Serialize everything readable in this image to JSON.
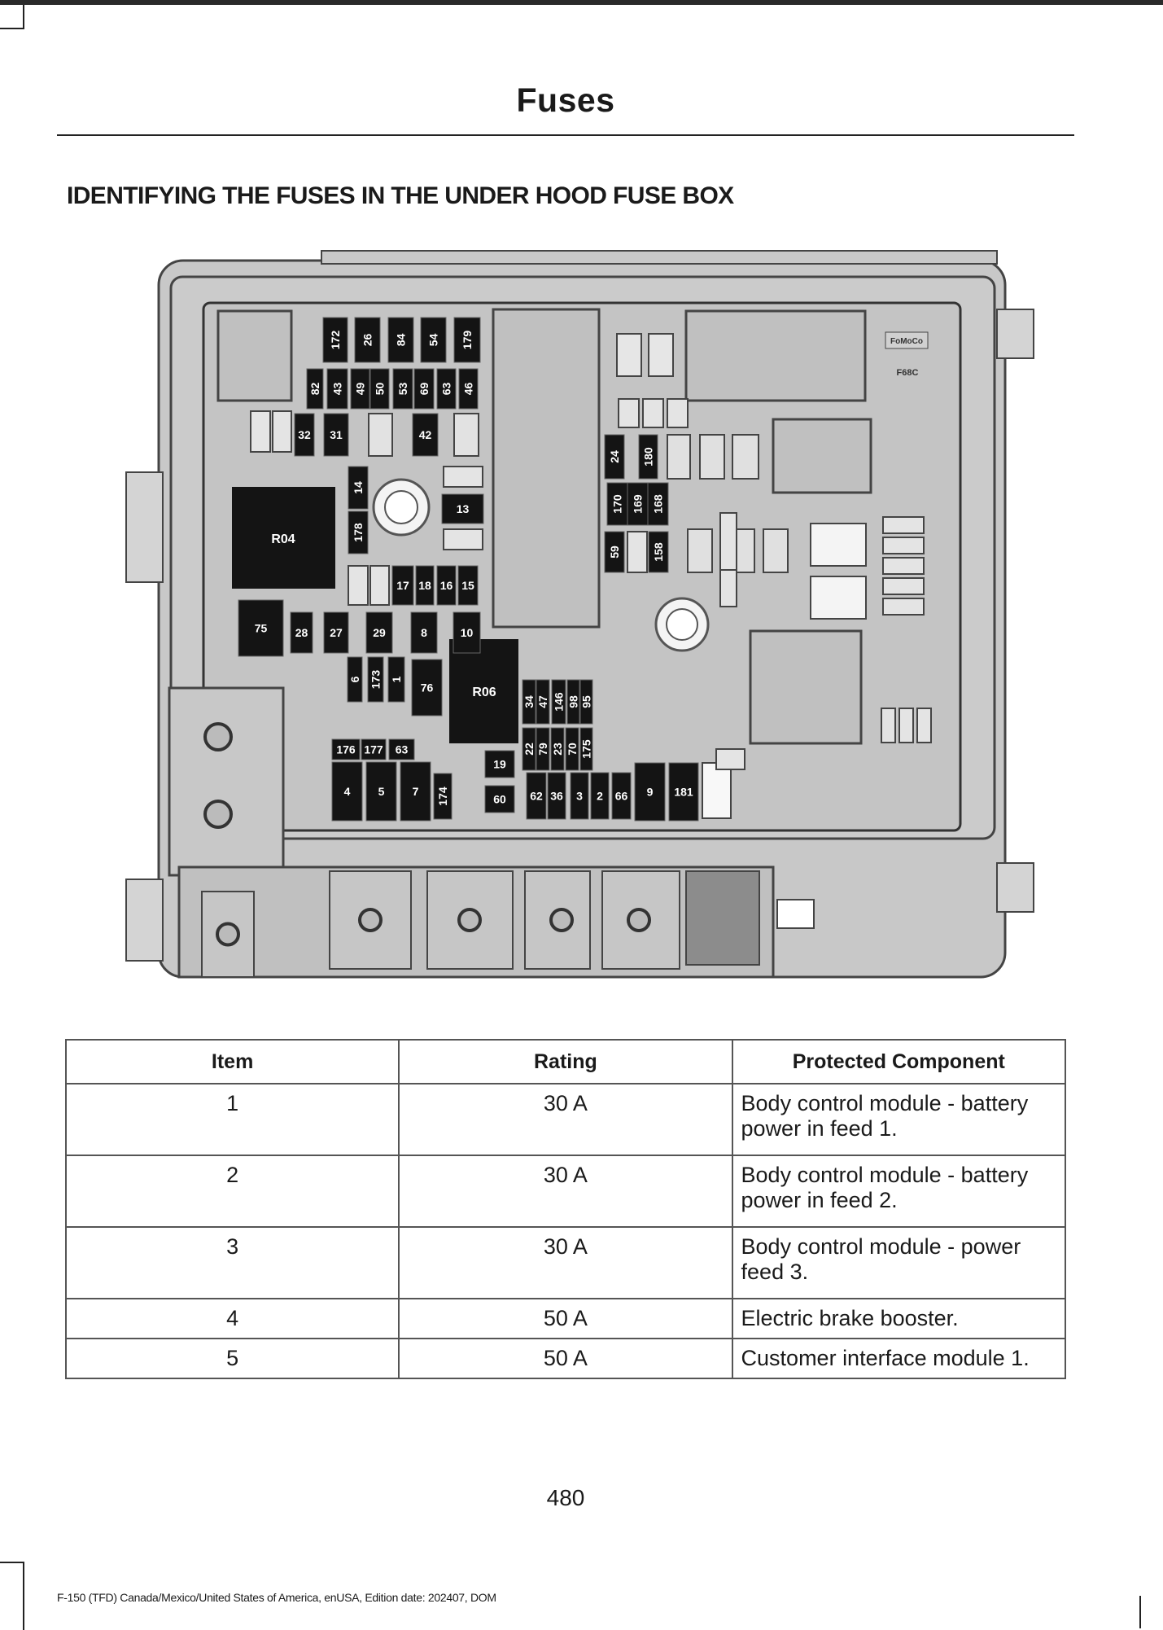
{
  "page": {
    "title": "Fuses",
    "section_heading": "IDENTIFYING THE FUSES IN THE UNDER HOOD FUSE BOX",
    "page_number": "480",
    "footer": "F-150 (TFD) Canada/Mexico/United States of America, enUSA, Edition date: 202407, DOM"
  },
  "diagram": {
    "relays": [
      "R04",
      "R06"
    ],
    "logo_text": "FoMoCo",
    "part_code": "F68C",
    "fuses": [
      "172",
      "26",
      "84",
      "54",
      "179",
      "82",
      "43",
      "49",
      "50",
      "53",
      "69",
      "63",
      "46",
      "32",
      "31",
      "42",
      "14",
      "178",
      "13",
      "17",
      "18",
      "16",
      "15",
      "75",
      "28",
      "27",
      "29",
      "8",
      "10",
      "6",
      "173",
      "1",
      "76",
      "34",
      "47",
      "146",
      "98",
      "95",
      "22",
      "79",
      "23",
      "70",
      "175",
      "176",
      "177",
      "63",
      "4",
      "5",
      "7",
      "174",
      "19",
      "60",
      "62",
      "36",
      "3",
      "2",
      "66",
      "9",
      "181",
      "24",
      "180",
      "170",
      "169",
      "168",
      "59",
      "158"
    ]
  },
  "table": {
    "headers": [
      "Item",
      "Rating",
      "Protected Component"
    ],
    "rows": [
      {
        "item": "1",
        "rating": "30 A",
        "component": "Body control module - battery power in feed 1."
      },
      {
        "item": "2",
        "rating": "30 A",
        "component": "Body control module - battery power in feed 2."
      },
      {
        "item": "3",
        "rating": "30 A",
        "component": "Body control module - power feed 3."
      },
      {
        "item": "4",
        "rating": "50 A",
        "component": "Electric brake booster."
      },
      {
        "item": "5",
        "rating": "50 A",
        "component": "Customer interface module 1."
      }
    ]
  }
}
